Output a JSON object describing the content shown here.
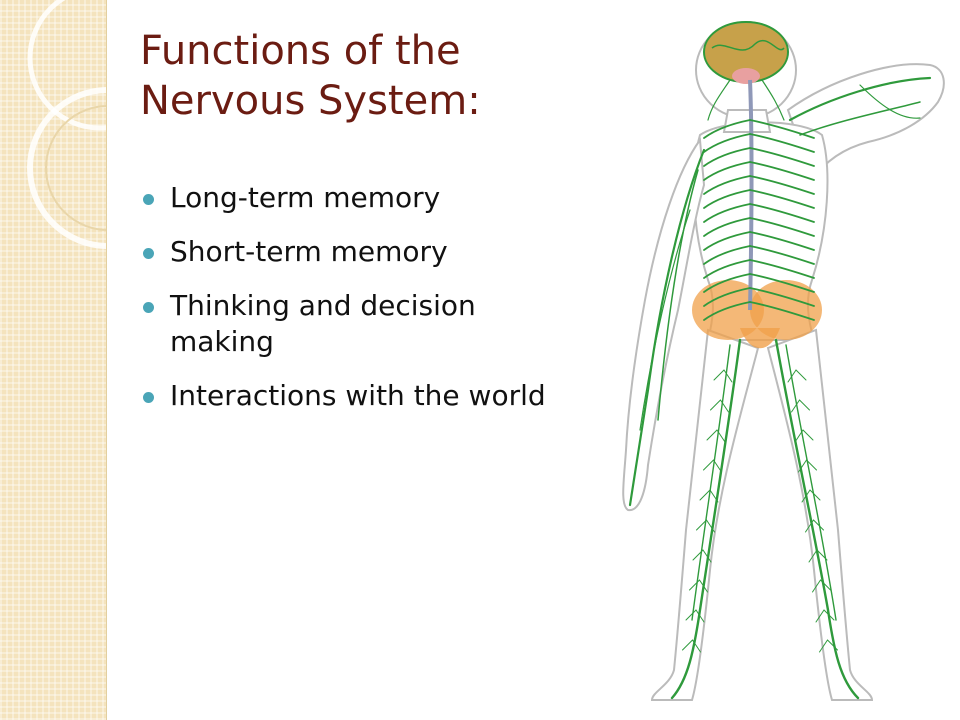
{
  "slide": {
    "title_lines": [
      "Functions of the",
      "Nervous System:"
    ],
    "bullets": [
      "Long-term memory",
      "Short-term memory",
      "Thinking and decision making",
      "Interactions with the world"
    ]
  },
  "figure": {
    "icon": "nervous-system-illustration",
    "nerve_color": "#2f9a3c",
    "skin_color": "#ffffff",
    "outline_color": "#b8b8b8",
    "pelvis_color": "#f0a04a",
    "spine_color": "#8f98b8",
    "brain_color": "#c7a14a"
  },
  "theme": {
    "title_color": "#6b1c12",
    "bullet_color": "#4aa5b7",
    "band_color": "#f4e3bd"
  }
}
